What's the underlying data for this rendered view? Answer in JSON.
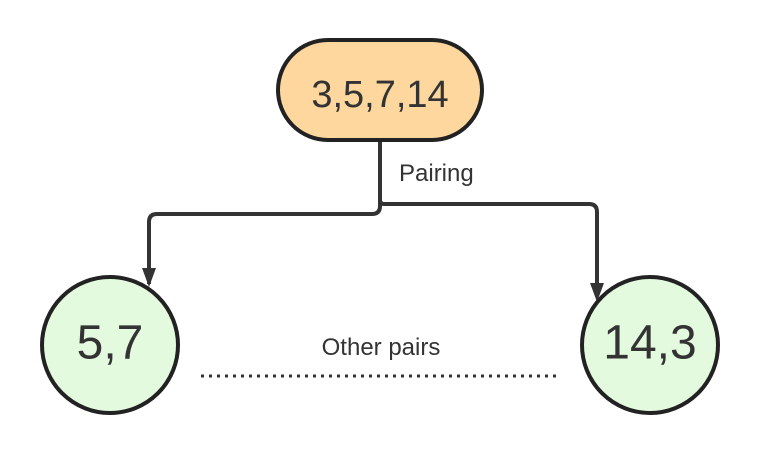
{
  "diagram": {
    "root": {
      "label": "3,5,7,14",
      "fill": "#FDD79D"
    },
    "left_child": {
      "label": "5,7",
      "fill": "#E3FADF"
    },
    "right_child": {
      "label": "14,3",
      "fill": "#E3FADF"
    },
    "edge_label": "Pairing",
    "dotted_label": "Other pairs",
    "stroke_color": "#333333"
  }
}
